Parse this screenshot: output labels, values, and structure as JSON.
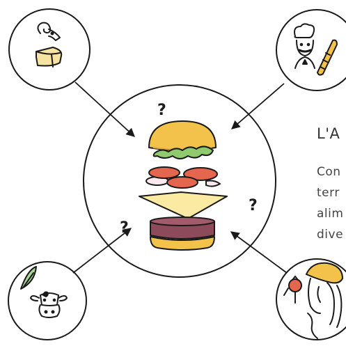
{
  "question_mark": "?",
  "title": "L'A",
  "body_lines": [
    "Con",
    "terr",
    "alim",
    "dive"
  ],
  "icons": {
    "top_left": "goat-cheese-icon",
    "top_right": "baker-baguette-icon",
    "bottom_left": "cow-leaf-icon",
    "bottom_right": "farmer-tomato-icon",
    "center": "burger-icon"
  },
  "colors": {
    "outline": "#1a1a1a",
    "bun": "#f2c24a",
    "lettuce": "#8fca6e",
    "tomato": "#e5664e",
    "cheese": "#fbeaa2",
    "patty": "#8d4a5a"
  }
}
